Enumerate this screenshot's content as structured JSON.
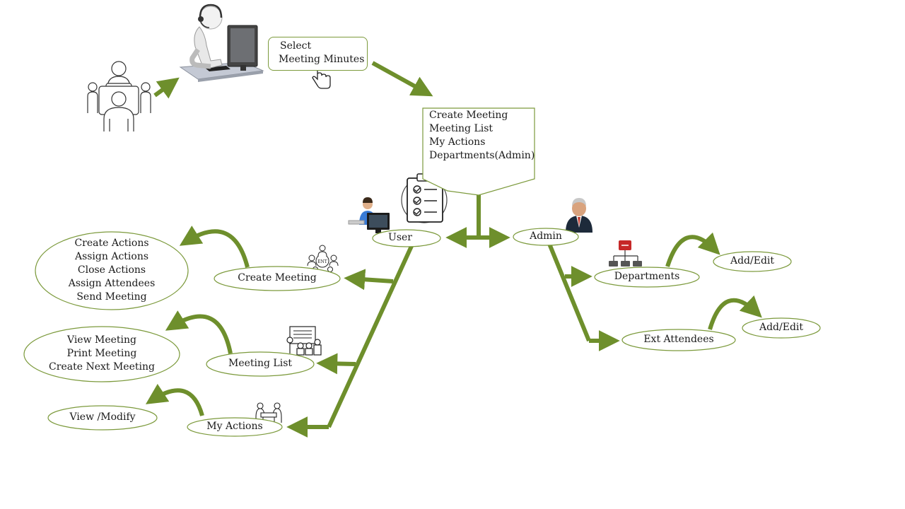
{
  "colors": {
    "arrow": "#6e8f2c",
    "node_border": "#7c9a3c",
    "icon_red": "#c62828"
  },
  "select_box": {
    "line1": "Select",
    "line2": "Meeting Minutes"
  },
  "main_menu": {
    "items": [
      "Create Meeting",
      "Meeting List",
      "My Actions",
      "Departments(Admin)"
    ]
  },
  "roles": {
    "user": "User",
    "admin": "Admin"
  },
  "user_branch": {
    "create_meeting": {
      "label": "Create Meeting",
      "options": [
        "Create Actions",
        "Assign Actions",
        "Close Actions",
        "Assign Attendees",
        "Send Meeting"
      ]
    },
    "meeting_list": {
      "label": "Meeting List",
      "options": [
        "View Meeting",
        "Print Meeting",
        "Create Next Meeting"
      ]
    },
    "my_actions": {
      "label": "My Actions",
      "options": [
        "View /Modify"
      ]
    }
  },
  "admin_branch": {
    "departments": {
      "label": "Departments",
      "option": "Add/Edit"
    },
    "ext_attendees": {
      "label": "Ext Attendees",
      "option": "Add/Edit"
    }
  },
  "icons": [
    "meeting-room-icon",
    "computer-operator-icon",
    "hand-cursor-icon",
    "checklist-clipboard-icon",
    "user-at-computer-icon",
    "admin-avatar-icon",
    "org-chart-icon",
    "team-meeting-icon",
    "presentation-icon",
    "desk-meeting-icon"
  ]
}
